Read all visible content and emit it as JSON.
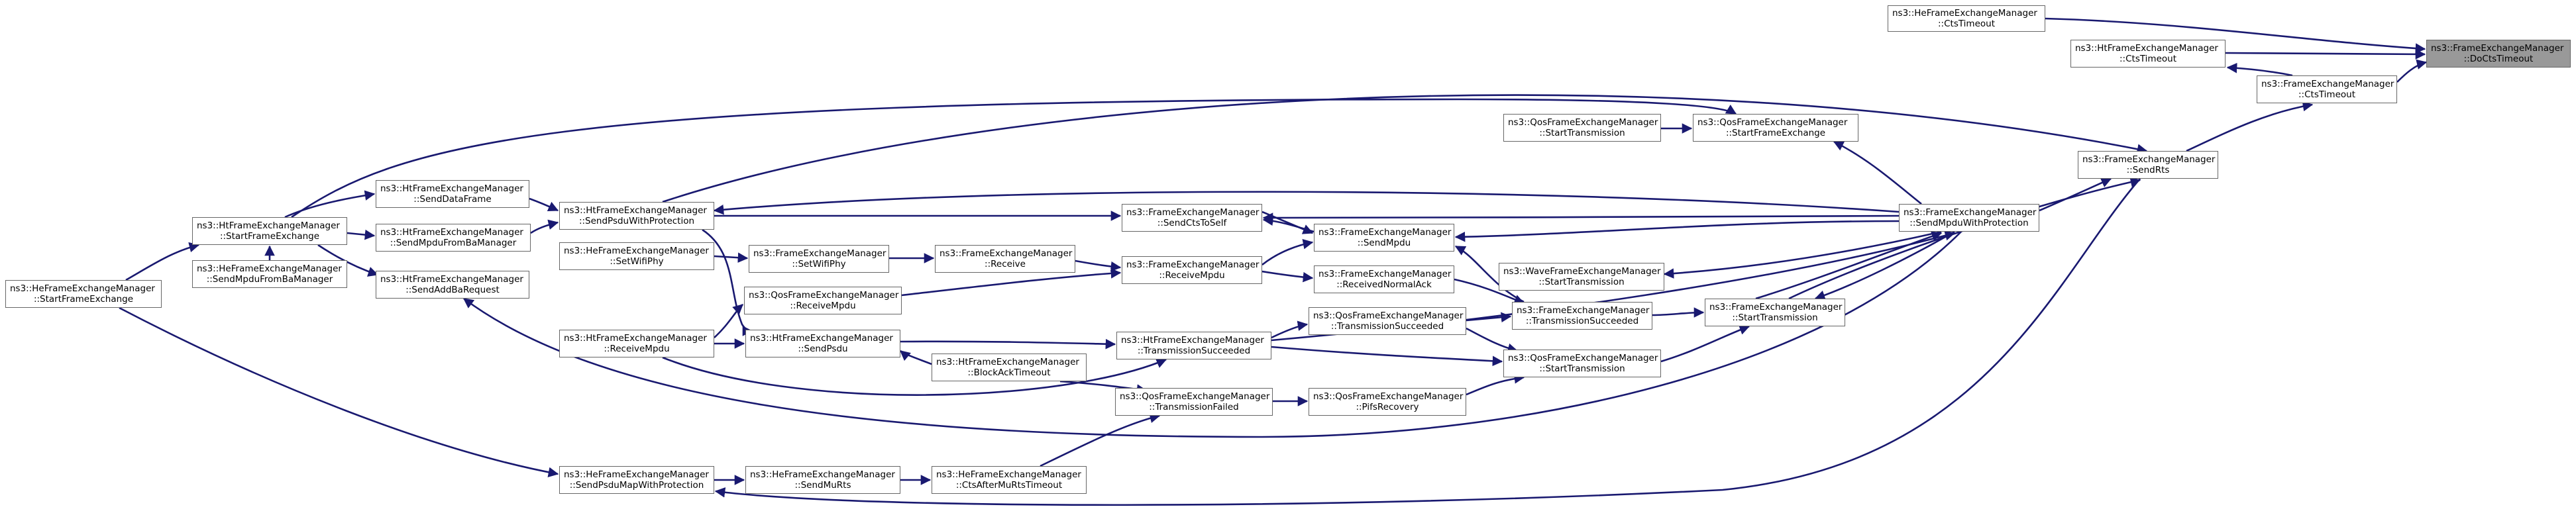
{
  "colors": {
    "edge": "#191970",
    "node_border": "#666666",
    "node_fill": "#ffffff",
    "current_fill": "#999999"
  },
  "nodes": {
    "he_cts_timeout": {
      "line1": "ns3::HeFrameExchangeManager",
      "line2": "::CtsTimeout"
    },
    "docts_timeout": {
      "line1": "ns3::FrameExchangeManager",
      "line2": "::DoCtsTimeout"
    },
    "ht_cts_timeout": {
      "line1": "ns3::HtFrameExchangeManager",
      "line2": "::CtsTimeout"
    },
    "fem_cts_timeout": {
      "line1": "ns3::FrameExchangeManager",
      "line2": "::CtsTimeout"
    },
    "fem_send_rts": {
      "line1": "ns3::FrameExchangeManager",
      "line2": "::SendRts"
    },
    "qos_start_tx_left": {
      "line1": "ns3::QosFrameExchangeManager",
      "line2": "::StartTransmission"
    },
    "qos_start_fe": {
      "line1": "ns3::QosFrameExchangeManager",
      "line2": "::StartFrameExchange"
    },
    "ht_send_data_frame": {
      "line1": "ns3::HtFrameExchangeManager",
      "line2": "::SendDataFrame"
    },
    "ht_send_psdu_wp": {
      "line1": "ns3::HtFrameExchangeManager",
      "line2": "::SendPsduWithProtection"
    },
    "fem_send_cts_to_self": {
      "line1": "ns3::FrameExchangeManager",
      "line2": "::SendCtsToSelf"
    },
    "fem_send_mpdu_wp": {
      "line1": "ns3::FrameExchangeManager",
      "line2": "::SendMpduWithProtection"
    },
    "ht_start_fe": {
      "line1": "ns3::HtFrameExchangeManager",
      "line2": "::StartFrameExchange"
    },
    "ht_send_mpdu_ba": {
      "line1": "ns3::HtFrameExchangeManager",
      "line2": "::SendMpduFromBaManager"
    },
    "fem_send_mpdu": {
      "line1": "ns3::FrameExchangeManager",
      "line2": "::SendMpdu"
    },
    "he_send_mpdu_ba": {
      "line1": "ns3::HeFrameExchangeManager",
      "line2": "::SendMpduFromBaManager"
    },
    "he_set_wifi_phy": {
      "line1": "ns3::HeFrameExchangeManager",
      "line2": "::SetWifiPhy"
    },
    "fem_set_wifi_phy": {
      "line1": "ns3::FrameExchangeManager",
      "line2": "::SetWifiPhy"
    },
    "fem_receive": {
      "line1": "ns3::FrameExchangeManager",
      "line2": "::Receive"
    },
    "wave_start_tx": {
      "line1": "ns3::WaveFrameExchangeManager",
      "line2": "::StartTransmission"
    },
    "he_start_fe": {
      "line1": "ns3::HeFrameExchangeManager",
      "line2": "::StartFrameExchange"
    },
    "ht_send_addba": {
      "line1": "ns3::HtFrameExchangeManager",
      "line2": "::SendAddBaRequest"
    },
    "fem_receive_mpdu": {
      "line1": "ns3::FrameExchangeManager",
      "line2": "::ReceiveMpdu"
    },
    "fem_received_normal_ack": {
      "line1": "ns3::FrameExchangeManager",
      "line2": "::ReceivedNormalAck"
    },
    "qos_receive_mpdu": {
      "line1": "ns3::QosFrameExchangeManager",
      "line2": "::ReceiveMpdu"
    },
    "fem_tx_succeeded": {
      "line1": "ns3::FrameExchangeManager",
      "line2": "::TransmissionSucceeded"
    },
    "fem_start_tx": {
      "line1": "ns3::FrameExchangeManager",
      "line2": "::StartTransmission"
    },
    "qos_tx_succeeded": {
      "line1": "ns3::QosFrameExchangeManager",
      "line2": "::TransmissionSucceeded"
    },
    "ht_receive_mpdu": {
      "line1": "ns3::HtFrameExchangeManager",
      "line2": "::ReceiveMpdu"
    },
    "ht_send_psdu": {
      "line1": "ns3::HtFrameExchangeManager",
      "line2": "::SendPsdu"
    },
    "ht_tx_succeeded": {
      "line1": "ns3::HtFrameExchangeManager",
      "line2": "::TransmissionSucceeded"
    },
    "qos_start_tx_right": {
      "line1": "ns3::QosFrameExchangeManager",
      "line2": "::StartTransmission"
    },
    "ht_block_ack_timeout": {
      "line1": "ns3::HtFrameExchangeManager",
      "line2": "::BlockAckTimeout"
    },
    "qos_tx_failed": {
      "line1": "ns3::QosFrameExchangeManager",
      "line2": "::TransmissionFailed"
    },
    "qos_pifs_recovery": {
      "line1": "ns3::QosFrameExchangeManager",
      "line2": "::PifsRecovery"
    },
    "he_send_psdu_map_wp": {
      "line1": "ns3::HeFrameExchangeManager",
      "line2": "::SendPsduMapWithProtection"
    },
    "he_send_mu_rts": {
      "line1": "ns3::HeFrameExchangeManager",
      "line2": "::SendMuRts"
    },
    "he_cts_after_mu_rts_timeout": {
      "line1": "ns3::HeFrameExchangeManager",
      "line2": "::CtsAfterMuRtsTimeout"
    }
  }
}
